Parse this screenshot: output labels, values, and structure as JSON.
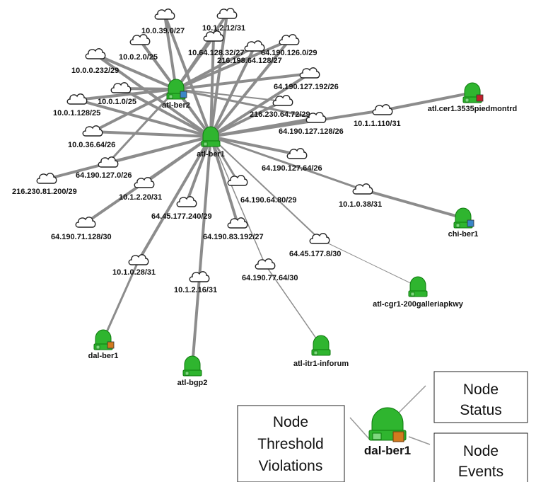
{
  "colors": {
    "node": "#2fb52f",
    "node_dark": "#0e7a0e",
    "link": "#8c8c8c",
    "status_blue": "#3a86c8",
    "status_red": "#c0202a",
    "status_orange": "#d27a1e"
  },
  "hub": {
    "id": "hub",
    "label": "atl-ber1"
  },
  "nodes": [
    {
      "id": "ber2",
      "label": "atl-ber2",
      "badge": "blue"
    },
    {
      "id": "cer1",
      "label": "atl.cer1.3535piedmontrd",
      "badge": "red"
    },
    {
      "id": "chi",
      "label": "chi-ber1",
      "badge": "blue"
    },
    {
      "id": "cgr1",
      "label": "atl-cgr1-200galleriapkwy",
      "badge": ""
    },
    {
      "id": "itr1",
      "label": "atl-itr1-inforum",
      "badge": ""
    },
    {
      "id": "bgp2",
      "label": "atl-bgp2",
      "badge": ""
    },
    {
      "id": "dal",
      "label": "dal-ber1",
      "badge": "orange"
    }
  ],
  "subnets": [
    {
      "id": "s1",
      "label": "10.0.39.0/27"
    },
    {
      "id": "s2",
      "label": "10.1.2.12/31"
    },
    {
      "id": "s3",
      "label": "10.0.2.0/25"
    },
    {
      "id": "s4",
      "label": "10.64.128.32/27"
    },
    {
      "id": "s5",
      "label": "64.190.126.0/29"
    },
    {
      "id": "s6",
      "label": "216.198.64.128/27"
    },
    {
      "id": "s7",
      "label": "10.0.0.232/29"
    },
    {
      "id": "s8",
      "label": "64.190.127.192/26"
    },
    {
      "id": "s9",
      "label": "10.0.1.0/25"
    },
    {
      "id": "s10",
      "label": "10.0.1.128/25"
    },
    {
      "id": "s11",
      "label": "216.230.64.72/29"
    },
    {
      "id": "s12",
      "label": "10.1.1.110/31"
    },
    {
      "id": "s13",
      "label": "64.190.127.128/26"
    },
    {
      "id": "s14",
      "label": "10.0.36.64/26"
    },
    {
      "id": "s15",
      "label": "64.190.127.64/26"
    },
    {
      "id": "s16",
      "label": "64.190.127.0/26"
    },
    {
      "id": "s17",
      "label": "216.230.81.200/29"
    },
    {
      "id": "s18",
      "label": "10.1.2.20/31"
    },
    {
      "id": "s19",
      "label": "64.190.64.80/29"
    },
    {
      "id": "s20",
      "label": "10.1.0.38/31"
    },
    {
      "id": "s21",
      "label": "64.45.177.240/29"
    },
    {
      "id": "s22",
      "label": "64.190.71.128/30"
    },
    {
      "id": "s23",
      "label": "64.190.83.192/27"
    },
    {
      "id": "s24",
      "label": "64.45.177.8/30"
    },
    {
      "id": "s25",
      "label": "10.1.0.28/31"
    },
    {
      "id": "s26",
      "label": "10.1.2.16/31"
    },
    {
      "id": "s27",
      "label": "64.190.77.64/30"
    }
  ],
  "legend": {
    "node_label": "dal-ber1",
    "status": [
      "Node",
      "Status"
    ],
    "threshold": [
      "Node",
      "Threshold",
      "Violations"
    ],
    "events": [
      "Node",
      "Events"
    ]
  }
}
